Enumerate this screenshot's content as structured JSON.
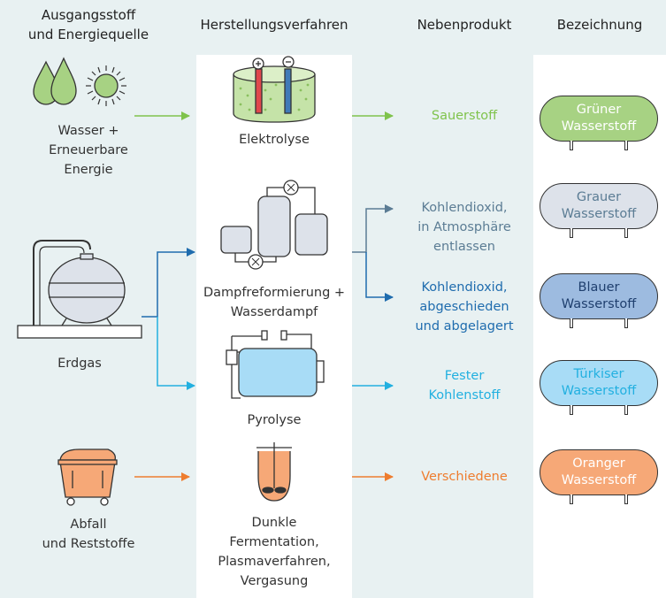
{
  "headers": {
    "source": "Ausgangsstoff\nund Energiequelle",
    "process": "Herstellungsverfahren",
    "byproduct": "Nebenprodukt",
    "name": "Bezeichnung"
  },
  "sources": {
    "water": "Wasser +\nErneuerbare\nEnergie",
    "gas": "Erdgas",
    "waste": "Abfall\nund Reststoffe"
  },
  "processes": {
    "electrolysis": "Elektrolyse",
    "steam": "Dampfreformierung +\nWasserdampf",
    "pyrolysis": "Pyrolyse",
    "fermentation": "Dunkle\nFermentation,\nPlasmaverfahren,\nVergasung"
  },
  "byproducts": {
    "oxygen": "Sauerstoff",
    "co2_released": "Kohlendioxid,\nin Atmosphäre\nentlassen",
    "co2_stored": "Kohlendioxid,\nabgeschieden\nund abgelagert",
    "carbon": "Fester\nKohlenstoff",
    "various": "Verschiedene"
  },
  "hydrogen": {
    "green": "Grüner\nWasserstoff",
    "grey": "Grauer\nWasserstoff",
    "blue": "Blauer\nWasserstoff",
    "turquoise": "Türkiser\nWasserstoff",
    "orange": "Oranger\nWasserstoff"
  },
  "colors": {
    "green": "#7fc34c",
    "grey_text": "#5b7c94",
    "blue": "#1f6cae",
    "turquoise": "#22b0e0",
    "orange": "#ee7d2f",
    "green_fill": "#a7d283",
    "grey_fill": "#dde2ea",
    "blue_fill": "#9dbbe0",
    "turquoise_fill": "#a8dcf6",
    "orange_fill": "#f6a877"
  }
}
